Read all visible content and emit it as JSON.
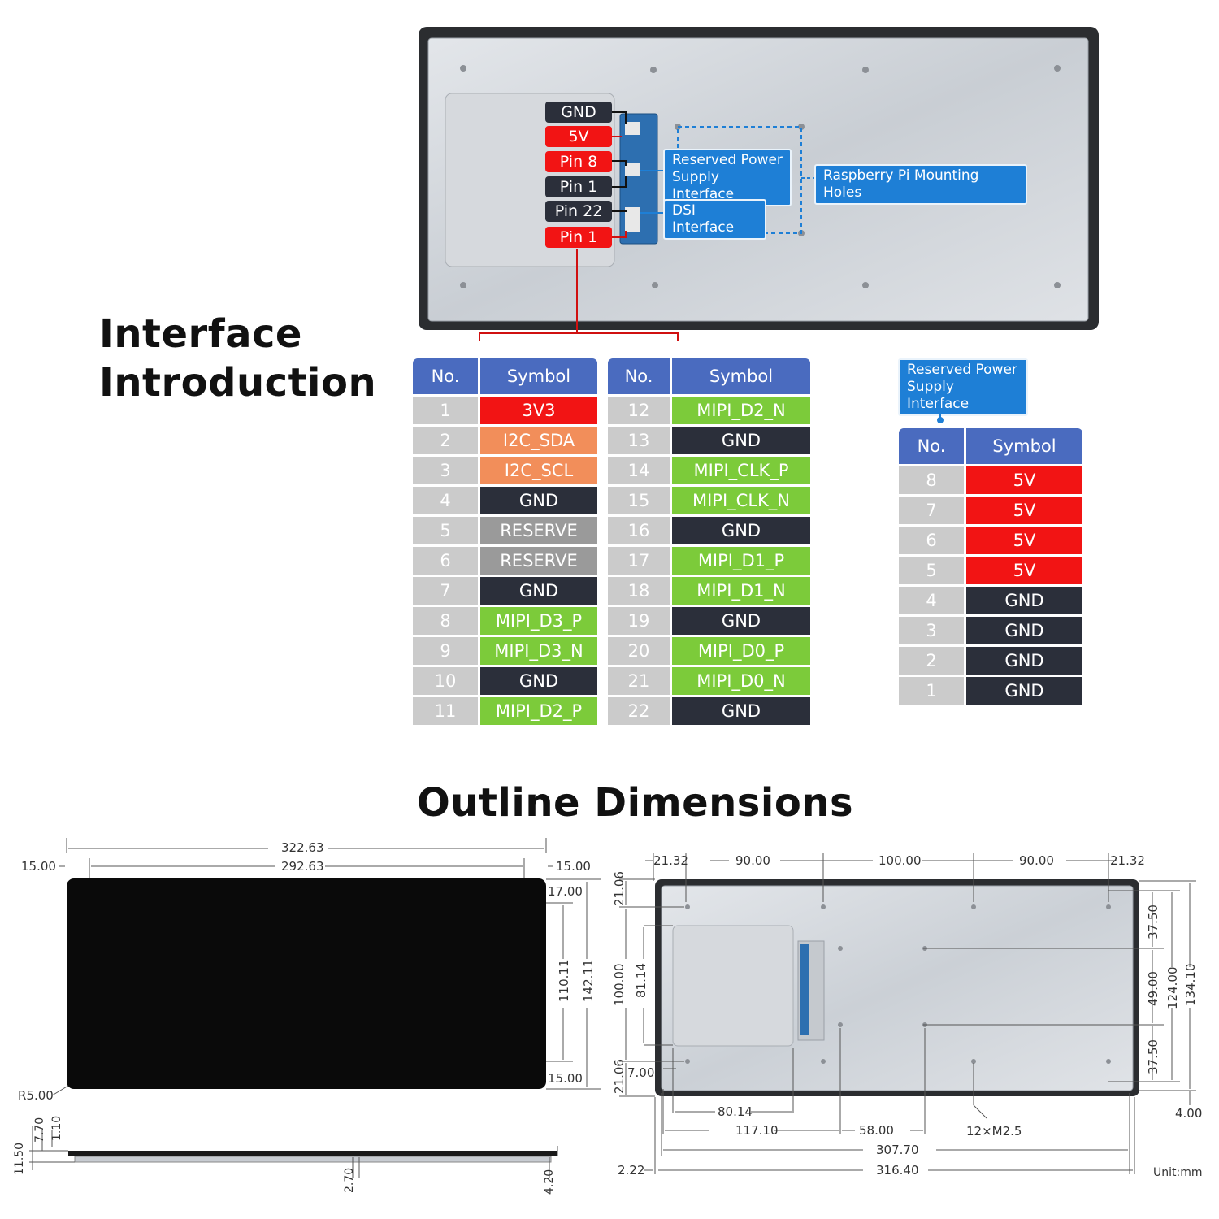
{
  "colors": {
    "red": "#f21414",
    "dark": "#2b2f3a",
    "orange": "#f28e5a",
    "gray": "#9a9a9a",
    "green": "#7ccb3a",
    "header": "#4a6bbf",
    "nocell": "#cbcbcb",
    "blue": "#1e7fd6"
  },
  "section1_title_line1": "Interface",
  "section1_title_line2": "Introduction",
  "section2_title": "Outline Dimensions",
  "pin_labels": [
    {
      "text": "GND",
      "color": "dark"
    },
    {
      "text": "5V",
      "color": "red"
    },
    {
      "text": "Pin 8",
      "color": "red"
    },
    {
      "text": "Pin 1",
      "color": "dark"
    },
    {
      "text": "Pin 22",
      "color": "dark"
    },
    {
      "text": "Pin 1",
      "color": "red"
    }
  ],
  "callouts": {
    "power": "Reserved Power Supply Interface",
    "power_l1": "Reserved Power",
    "power_l2": "Supply Interface",
    "dsi": "DSI Interface",
    "mounting": "Raspberry Pi Mounting Holes"
  },
  "table_headers": {
    "no": "No.",
    "symbol": "Symbol"
  },
  "dsi_table_1": [
    {
      "no": "1",
      "symbol": "3V3",
      "color": "red"
    },
    {
      "no": "2",
      "symbol": "I2C_SDA",
      "color": "orange"
    },
    {
      "no": "3",
      "symbol": "I2C_SCL",
      "color": "orange"
    },
    {
      "no": "4",
      "symbol": "GND",
      "color": "dark"
    },
    {
      "no": "5",
      "symbol": "RESERVE",
      "color": "gray"
    },
    {
      "no": "6",
      "symbol": "RESERVE",
      "color": "gray"
    },
    {
      "no": "7",
      "symbol": "GND",
      "color": "dark"
    },
    {
      "no": "8",
      "symbol": "MIPI_D3_P",
      "color": "green"
    },
    {
      "no": "9",
      "symbol": "MIPI_D3_N",
      "color": "green"
    },
    {
      "no": "10",
      "symbol": "GND",
      "color": "dark"
    },
    {
      "no": "11",
      "symbol": "MIPI_D2_P",
      "color": "green"
    }
  ],
  "dsi_table_2": [
    {
      "no": "12",
      "symbol": "MIPI_D2_N",
      "color": "green"
    },
    {
      "no": "13",
      "symbol": "GND",
      "color": "dark"
    },
    {
      "no": "14",
      "symbol": "MIPI_CLK_P",
      "color": "green"
    },
    {
      "no": "15",
      "symbol": "MIPI_CLK_N",
      "color": "green"
    },
    {
      "no": "16",
      "symbol": "GND",
      "color": "dark"
    },
    {
      "no": "17",
      "symbol": "MIPI_D1_P",
      "color": "green"
    },
    {
      "no": "18",
      "symbol": "MIPI_D1_N",
      "color": "green"
    },
    {
      "no": "19",
      "symbol": "GND",
      "color": "dark"
    },
    {
      "no": "20",
      "symbol": "MIPI_D0_P",
      "color": "green"
    },
    {
      "no": "21",
      "symbol": "MIPI_D0_N",
      "color": "green"
    },
    {
      "no": "22",
      "symbol": "GND",
      "color": "dark"
    }
  ],
  "power_table": [
    {
      "no": "8",
      "symbol": "5V",
      "color": "red"
    },
    {
      "no": "7",
      "symbol": "5V",
      "color": "red"
    },
    {
      "no": "6",
      "symbol": "5V",
      "color": "red"
    },
    {
      "no": "5",
      "symbol": "5V",
      "color": "red"
    },
    {
      "no": "4",
      "symbol": "GND",
      "color": "dark"
    },
    {
      "no": "3",
      "symbol": "GND",
      "color": "dark"
    },
    {
      "no": "2",
      "symbol": "GND",
      "color": "dark"
    },
    {
      "no": "1",
      "symbol": "GND",
      "color": "dark"
    }
  ],
  "front_dims": {
    "width_total": "322.63",
    "width_inner": "292.63",
    "left": "15.00",
    "right": "15.00",
    "top": "17.00",
    "bottom": "15.00",
    "height_inner": "110.11",
    "height_total": "142.11",
    "radius": "R5.00"
  },
  "side_dims": {
    "d11_50": "11.50",
    "d7_70": "7.70",
    "d1_10": "1.10",
    "d2_70": "2.70",
    "d4_20": "4.20"
  },
  "back_dims": {
    "t21_32a": "21.32",
    "t90a": "90.00",
    "t100": "100.00",
    "t90b": "90.00",
    "t21_32b": "21.32",
    "l21_06a": "21.06",
    "l100": "100.00",
    "l81_14": "81.14",
    "l21_06b": "21.06",
    "l7_00": "7.00",
    "r37_50a": "37.50",
    "r49_00": "49.00",
    "r37_50b": "37.50",
    "r124": "124.00",
    "r134_10": "134.10",
    "r4_00": "4.00",
    "b80_14": "80.14",
    "b117_10": "117.10",
    "b58_00": "58.00",
    "b12m": "12×M2.5",
    "b307_70": "307.70",
    "b2_22": "2.22",
    "b316_40": "316.40",
    "unit": "Unit:mm"
  }
}
